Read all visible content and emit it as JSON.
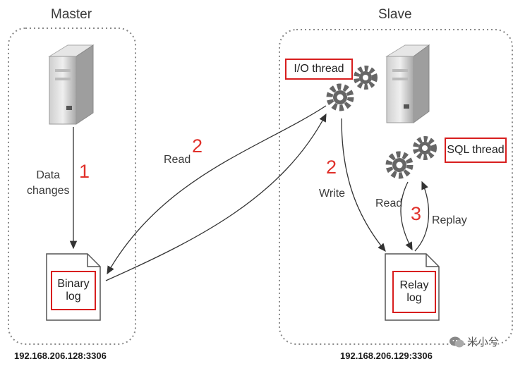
{
  "master": {
    "title": "Master",
    "data_changes": "Data\nchanges",
    "binary_log": "Binary\nlog",
    "address": "192.168.206.128:3306"
  },
  "slave": {
    "title": "Slave",
    "io_thread": "I/O thread",
    "sql_thread": "SQL thread",
    "write": "Write",
    "read": "Read",
    "replay": "Replay",
    "relay_log": "Relay\nlog",
    "address": "192.168.206.129:3306"
  },
  "link": {
    "read": "Read"
  },
  "steps": {
    "one": "1",
    "two_read": "2",
    "two_write": "2",
    "three": "3"
  },
  "watermark": {
    "text": "米小兮"
  }
}
